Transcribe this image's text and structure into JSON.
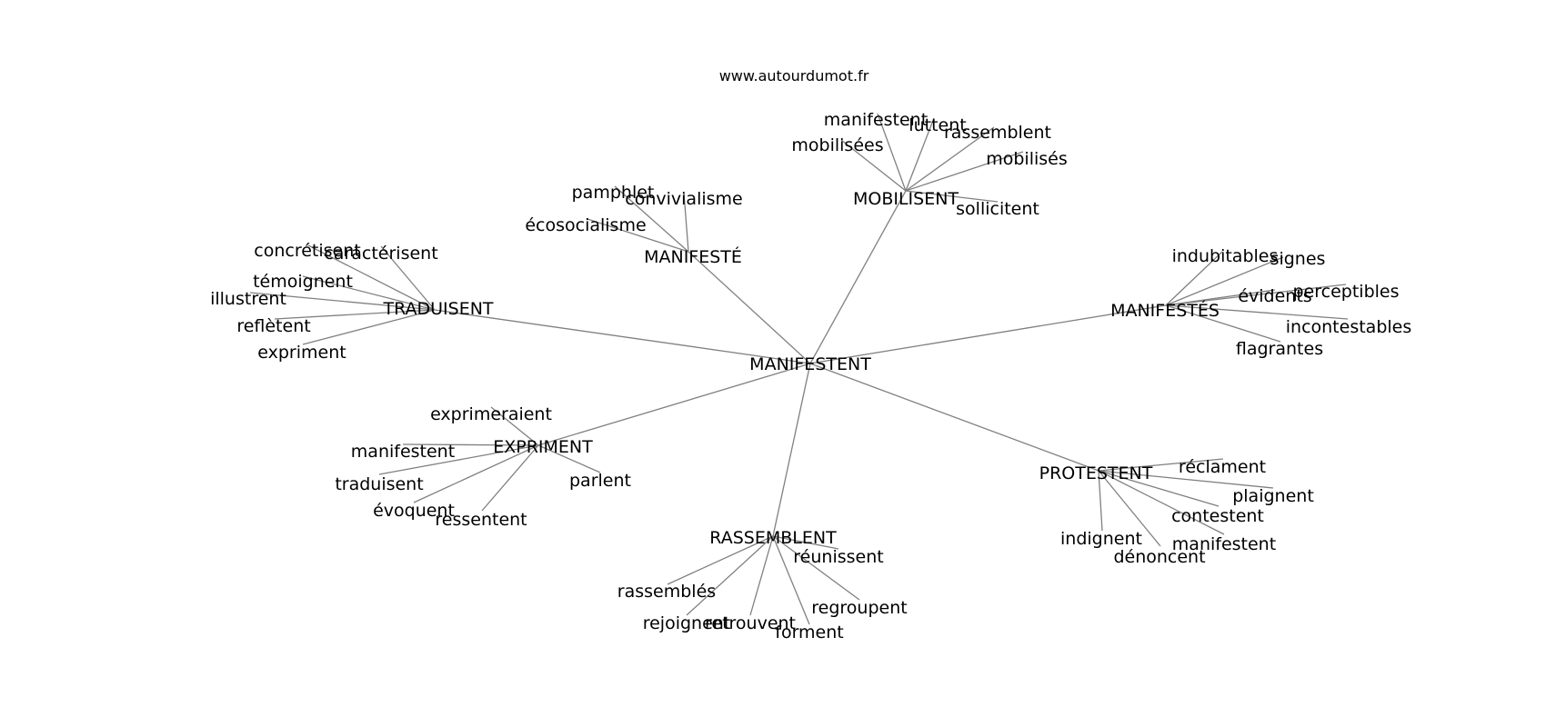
{
  "source": "www.autourdumot.fr",
  "colors": {
    "edge": "#808080",
    "text": "#000000",
    "background": "#ffffff"
  },
  "graph": {
    "center": "MANIFESTENT",
    "groups": [
      {
        "id": "mobilisent",
        "label": "MOBILISENT",
        "leaves": [
          "manifestent",
          "luttent",
          "rassemblent",
          "mobilisées",
          "mobilisés",
          "sollicitent"
        ]
      },
      {
        "id": "manifeste",
        "label": "MANIFESTÉ",
        "leaves": [
          "pamphlet",
          "convivialisme",
          "écosocialisme"
        ]
      },
      {
        "id": "traduisent",
        "label": "TRADUISENT",
        "leaves": [
          "concrétisent",
          "caractérisent",
          "témoignent",
          "illustrent",
          "reflètent",
          "expriment"
        ]
      },
      {
        "id": "manifestes",
        "label": "MANIFESTÉS",
        "leaves": [
          "indubitables",
          "signes",
          "évidents",
          "perceptibles",
          "incontestables",
          "flagrantes"
        ]
      },
      {
        "id": "expriment",
        "label": "EXPRIMENT",
        "leaves": [
          "exprimeraient",
          "manifestent",
          "traduisent",
          "évoquent",
          "ressentent",
          "parlent"
        ]
      },
      {
        "id": "protestent",
        "label": "PROTESTENT",
        "leaves": [
          "réclament",
          "plaignent",
          "contestent",
          "manifestent",
          "indignent",
          "dénoncent"
        ]
      },
      {
        "id": "rassemblent",
        "label": "RASSEMBLENT",
        "leaves": [
          "réunissent",
          "rassemblés",
          "rejoignent",
          "retrouvent",
          "forment",
          "regroupent"
        ]
      }
    ]
  }
}
